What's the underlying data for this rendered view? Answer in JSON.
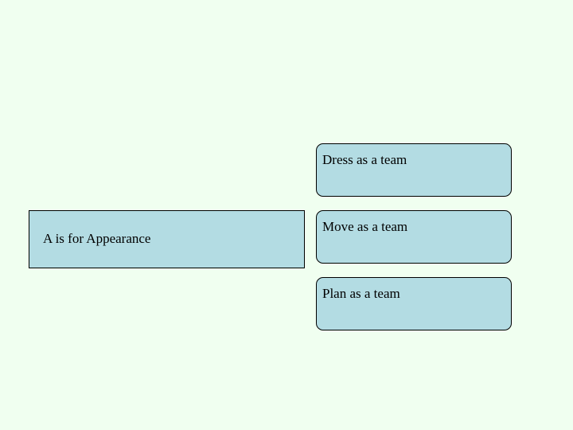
{
  "slide": {
    "background_color": "#F0FFF0",
    "shape_fill_color": "#B3DCE3",
    "shape_border_color": "#000000",
    "text_color": "#000000",
    "concept": {
      "label": "A is for Appearance"
    },
    "details": [
      {
        "label": "Dress as a team"
      },
      {
        "label": "Move as a team"
      },
      {
        "label": "Plan as a team"
      }
    ]
  }
}
